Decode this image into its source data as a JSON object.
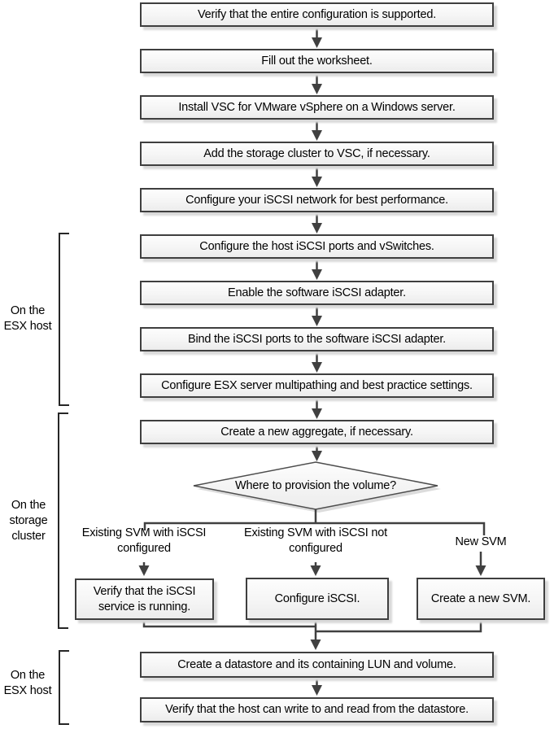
{
  "flow": {
    "main_steps": [
      "Verify that the entire configuration is supported.",
      "Fill out the worksheet.",
      "Install VSC for VMware vSphere on a Windows server.",
      "Add the storage cluster to VSC, if necessary.",
      "Configure your iSCSI network for best performance.",
      "Configure the host iSCSI ports and vSwitches.",
      "Enable the software iSCSI adapter.",
      "Bind the iSCSI ports to the software iSCSI adapter.",
      "Configure ESX server multipathing and best practice settings.",
      "Create a new aggregate, if necessary."
    ],
    "decision": "Where to provision the volume?",
    "branches": [
      {
        "condition": "Existing SVM with iSCSI configured",
        "action": "Verify that the iSCSI service is running."
      },
      {
        "condition": "Existing SVM with iSCSI not configured",
        "action": "Configure iSCSI."
      },
      {
        "condition": "New SVM",
        "action": "Create a new SVM."
      }
    ],
    "final_steps": [
      "Create a datastore and its containing LUN and volume.",
      "Verify that the host can write to and read from the datastore."
    ]
  },
  "side_labels": [
    {
      "text": "On the ESX host"
    },
    {
      "text": "On the storage cluster"
    },
    {
      "text": "On the ESX host"
    }
  ],
  "colors": {
    "box_border": "#3f3f3f",
    "connector": "#404040",
    "bracket": "#262626",
    "shadow": "#d9d9d9",
    "text": "#000000",
    "box_fill_top": "#fdfdfd",
    "box_fill_bottom": "#ececec"
  }
}
